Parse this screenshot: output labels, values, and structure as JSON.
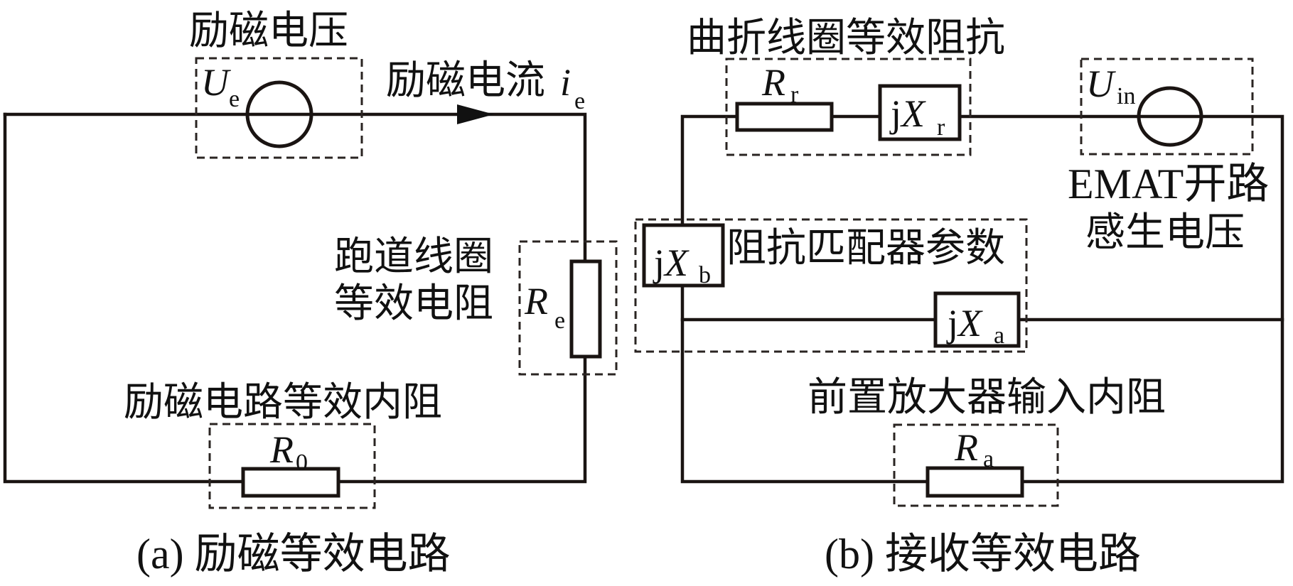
{
  "diagram": {
    "type": "circuit",
    "panel_a": {
      "caption": "(a) 励磁等效电路",
      "labels": {
        "excitation_voltage": "励磁电压",
        "excitation_current": "励磁电流",
        "racetrack_coil_line1": "跑道线圈",
        "racetrack_coil_line2": "等效电阻",
        "internal_resistance": "励磁电路等效内阻"
      },
      "components": {
        "source": {
          "symbol": "U",
          "subscript": "e"
        },
        "current": {
          "symbol": "i",
          "subscript": "e"
        },
        "coil_resistor": {
          "symbol": "R",
          "subscript": "e"
        },
        "internal_resistor": {
          "symbol": "R",
          "subscript": "0"
        }
      }
    },
    "panel_b": {
      "caption": "(b) 接收等效电路",
      "labels": {
        "meander_coil": "曲折线圈等效阻抗",
        "emat_line1": "EMAT开路",
        "emat_line2": "感生电压",
        "matcher": "阻抗匹配器参数",
        "preamp": "前置放大器输入内阻"
      },
      "components": {
        "coil_resistor": {
          "symbol": "R",
          "subscript": "r"
        },
        "coil_reactance": {
          "prefix": "j",
          "symbol": "X",
          "subscript": "r"
        },
        "source": {
          "symbol": "U",
          "subscript": "in"
        },
        "series_reactance": {
          "prefix": "j",
          "symbol": "X",
          "subscript": "b"
        },
        "shunt_reactance": {
          "prefix": "j",
          "symbol": "X",
          "subscript": "a"
        },
        "preamp_resistor": {
          "symbol": "R",
          "subscript": "a"
        }
      }
    }
  }
}
